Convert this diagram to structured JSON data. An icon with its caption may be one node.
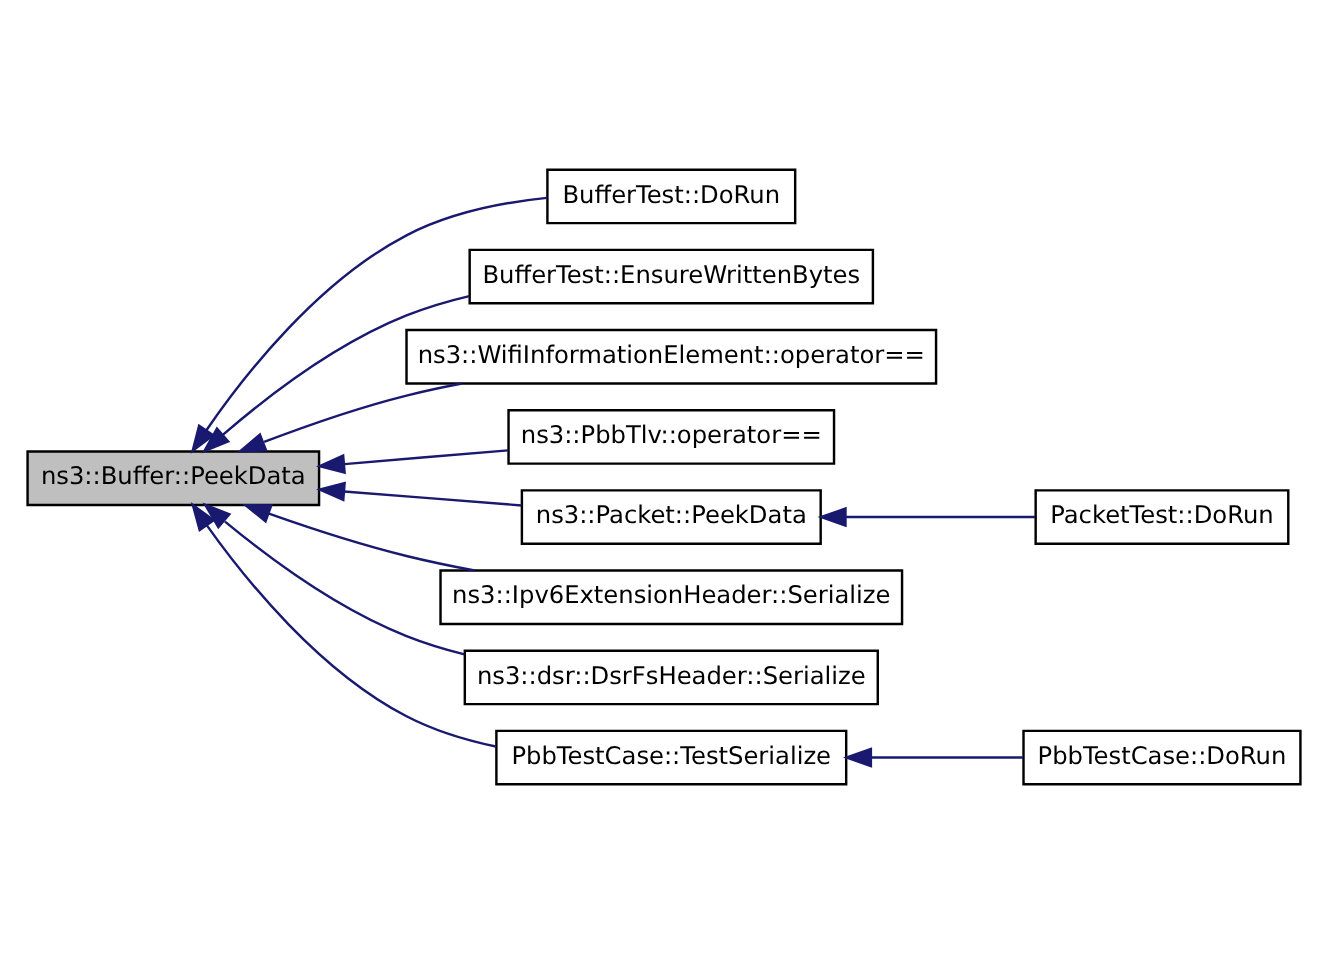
{
  "diagram": {
    "nodes": [
      {
        "text": [
          "ns3::Buffer::PeekData"
        ]
      },
      {
        "text": [
          "BufferTest::DoRun"
        ]
      },
      {
        "text": [
          "BufferTest::EnsureWrittenBytes"
        ]
      },
      {
        "text": [
          "ns3::WifiInformationElement::operator=="
        ]
      },
      {
        "text": [
          "ns3::PbbTlv::operator=="
        ]
      },
      {
        "text": [
          "ns3::Packet::PeekData"
        ]
      },
      {
        "text": [
          "PacketTest::DoRun"
        ]
      },
      {
        "text": [
          "ns3::Ipv6ExtensionHeader::Serialize"
        ]
      },
      {
        "text": [
          "ns3::dsr::DsrFsHeader::Serialize"
        ]
      },
      {
        "text": [
          "PbbTestCase::TestSerialize"
        ]
      },
      {
        "text": [
          "PbbTestCase::DoRun"
        ]
      }
    ],
    "edges": [
      {
        "from": 1,
        "to": 0,
        "arrow": "to"
      },
      {
        "from": 2,
        "to": 0,
        "arrow": "to"
      },
      {
        "from": 3,
        "to": 0,
        "arrow": "to"
      },
      {
        "from": 4,
        "to": 0,
        "arrow": "to"
      },
      {
        "from": 5,
        "to": 0,
        "arrow": "to"
      },
      {
        "from": 6,
        "to": 5,
        "arrow": "to"
      },
      {
        "from": 7,
        "to": 0,
        "arrow": "to"
      },
      {
        "from": 8,
        "to": 0,
        "arrow": "to"
      },
      {
        "from": 9,
        "to": 0,
        "arrow": "to"
      },
      {
        "from": 10,
        "to": 9,
        "arrow": "to"
      }
    ]
  }
}
